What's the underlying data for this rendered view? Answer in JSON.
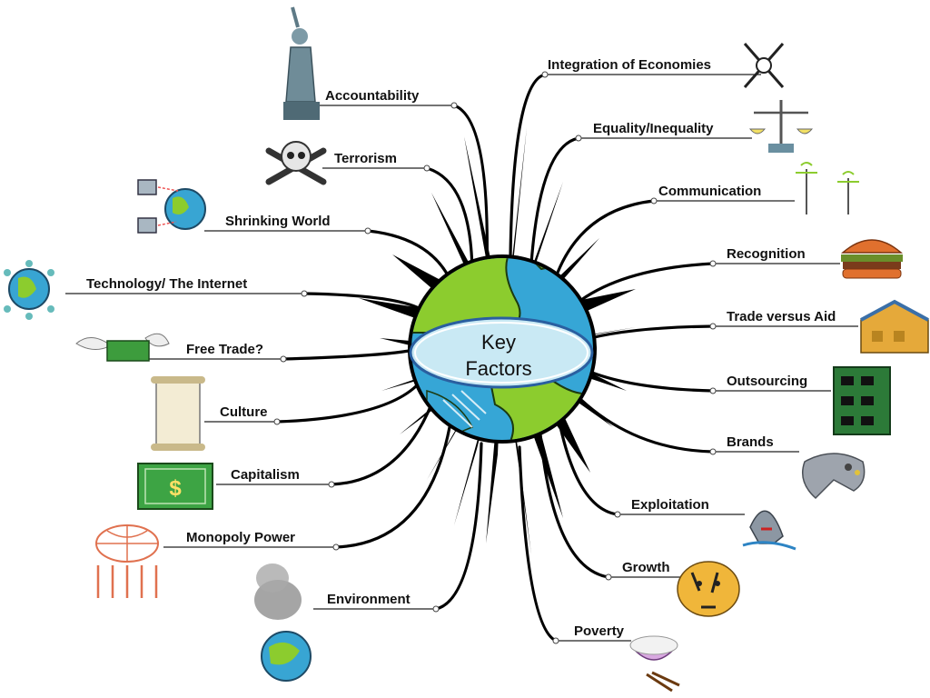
{
  "center": {
    "line1": "Key",
    "line2": "Factors"
  },
  "left_factors": [
    {
      "label": "Accountability",
      "icon": "statue-of-liberty-icon"
    },
    {
      "label": "Terrorism",
      "icon": "skull-crossbones-icon"
    },
    {
      "label": "Shrinking World",
      "icon": "networked-computers-globe-icon"
    },
    {
      "label": "Technology/ The Internet",
      "icon": "connected-globe-icon"
    },
    {
      "label": "Free Trade?",
      "icon": "winged-money-icon"
    },
    {
      "label": "Culture",
      "icon": "scroll-icon"
    },
    {
      "label": "Capitalism",
      "icon": "dollar-bill-icon"
    },
    {
      "label": "Monopoly Power",
      "icon": "people-holding-globe-icon"
    },
    {
      "label": "Environment",
      "icon": "polluted-earth-icon"
    }
  ],
  "right_factors": [
    {
      "label": "Integration of Economies",
      "icon": "compass-rose-icon"
    },
    {
      "label": "Equality/Inequality",
      "icon": "balance-scale-icon"
    },
    {
      "label": "Communication",
      "icon": "radio-towers-icon"
    },
    {
      "label": "Recognition",
      "icon": "hamburger-icon"
    },
    {
      "label": "Trade versus Aid",
      "icon": "warehouse-icon"
    },
    {
      "label": "Outsourcing",
      "icon": "circuit-board-icon"
    },
    {
      "label": "Brands",
      "icon": "game-controller-icon"
    },
    {
      "label": "Exploitation",
      "icon": "shark-icon"
    },
    {
      "label": "Growth",
      "icon": "tiger-icon"
    },
    {
      "label": "Poverty",
      "icon": "rice-bowl-icon"
    }
  ],
  "colors": {
    "ocean": "#36a6d6",
    "land": "#8ccc2e",
    "center_ellipse": "#c9e9f4",
    "branch": "#000000"
  }
}
